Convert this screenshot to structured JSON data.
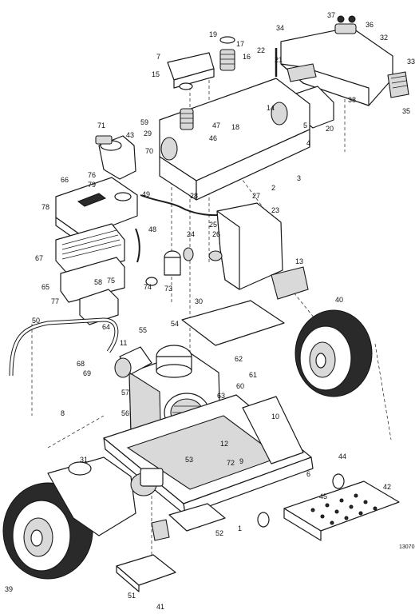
{
  "diagram": {
    "reference_code": "13070",
    "callouts": [
      "1",
      "2",
      "3",
      "4",
      "5",
      "6",
      "7",
      "8",
      "9",
      "10",
      "11",
      "12",
      "13",
      "14",
      "15",
      "16",
      "17",
      "18",
      "19",
      "20",
      "21",
      "22",
      "23",
      "24",
      "25",
      "26",
      "27",
      "28",
      "29",
      "30",
      "31",
      "32",
      "33",
      "34",
      "35",
      "36",
      "37",
      "38",
      "39",
      "40",
      "41",
      "42",
      "43",
      "44",
      "45",
      "46",
      "47",
      "48",
      "49",
      "50",
      "51",
      "52",
      "53",
      "54",
      "55",
      "56",
      "57",
      "58",
      "59",
      "60",
      "61",
      "62",
      "63",
      "64",
      "65",
      "66",
      "67",
      "68",
      "69",
      "70",
      "71",
      "72",
      "73",
      "74",
      "75",
      "76",
      "77",
      "78",
      "79"
    ]
  }
}
